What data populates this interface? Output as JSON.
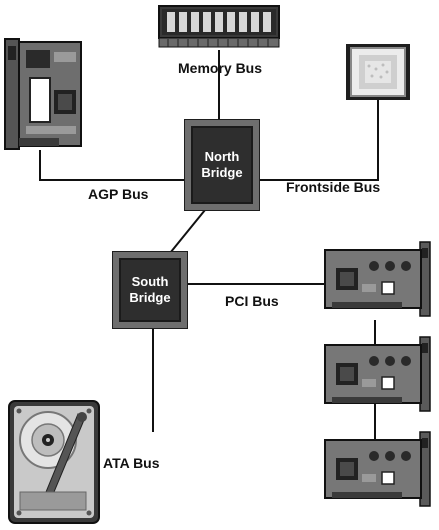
{
  "diagram": {
    "chips": {
      "north_bridge": "North\nBridge",
      "south_bridge": "South\nBridge"
    },
    "buses": {
      "memory": "Memory Bus",
      "agp": "AGP Bus",
      "frontside": "Frontside Bus",
      "pci": "PCI Bus",
      "ata": "ATA Bus"
    },
    "components": {
      "memory": "memory-module-icon",
      "agp_card": "agp-graphics-card-icon",
      "cpu": "cpu-processor-icon",
      "pci_cards": [
        "pci-card-icon",
        "pci-card-icon",
        "pci-card-icon"
      ],
      "hard_drive": "hard-drive-icon"
    },
    "colors": {
      "wire": "#111111",
      "chip_body": "#2e2e2e",
      "chip_border": "#6e6e6e",
      "label_text": "#111111"
    }
  }
}
